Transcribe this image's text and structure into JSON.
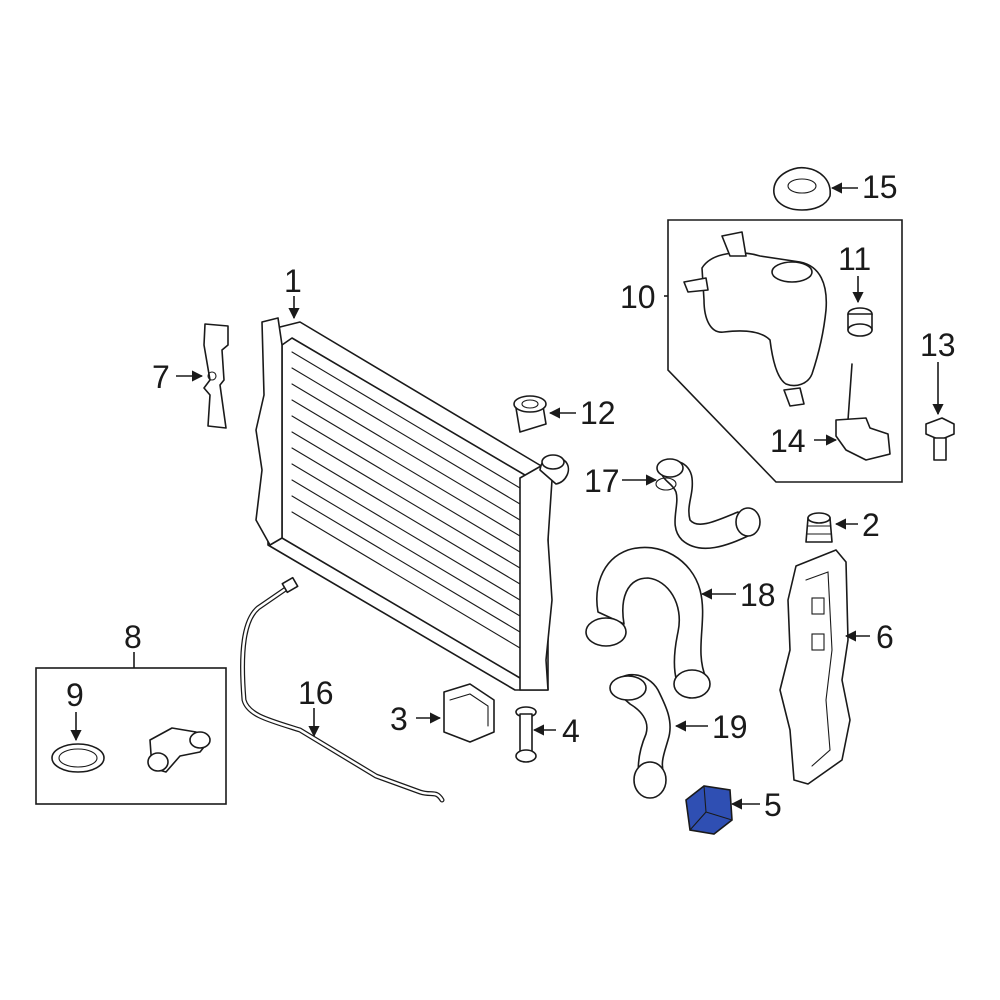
{
  "diagram": {
    "highlight_color": "#2f4fb3",
    "highlighted_part": "5",
    "callouts": {
      "c1": "1",
      "c2": "2",
      "c3": "3",
      "c4": "4",
      "c5": "5",
      "c6": "6",
      "c7": "7",
      "c8": "8",
      "c9": "9",
      "c10": "10",
      "c11": "11",
      "c12": "12",
      "c13": "13",
      "c14": "14",
      "c15": "15",
      "c16": "16",
      "c17": "17",
      "c18": "18",
      "c19": "19"
    }
  }
}
